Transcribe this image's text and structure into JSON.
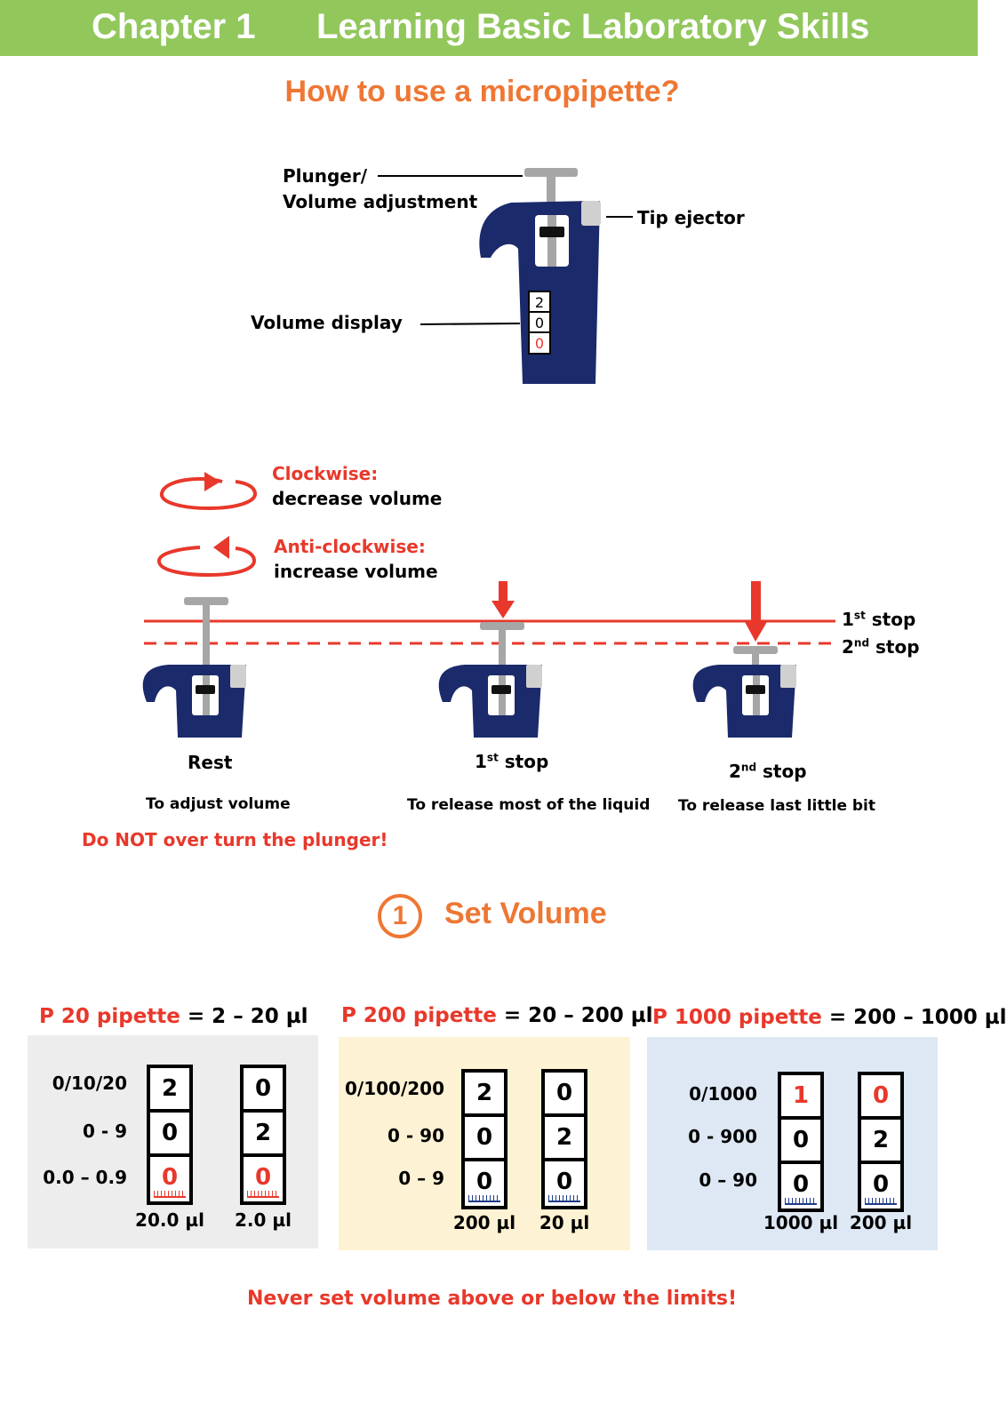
{
  "header": {
    "chapter": "Chapter 1",
    "title": "Learning Basic Laboratory Skills",
    "bg_color": "#92c75c"
  },
  "main_title": "How to use a micropipette?",
  "anatomy": {
    "plunger_label_1": "Plunger/",
    "plunger_label_2": "Volume adjustment",
    "tip_ejector_label": "Tip ejector",
    "volume_display_label": "Volume display",
    "display_digits": [
      "2",
      "0",
      "0"
    ]
  },
  "rotation": {
    "clockwise_title": "Clockwise:",
    "clockwise_desc": "decrease volume",
    "anticlockwise_title": "Anti-clockwise:",
    "anticlockwise_desc": "increase volume"
  },
  "stops": {
    "first_stop_line": "1st stop",
    "second_stop_line": "2nd stop",
    "rest_label": "Rest",
    "rest_desc": "To adjust volume",
    "first_label": "1st stop",
    "first_desc": "To release most of the liquid",
    "second_label": "2nd stop",
    "second_desc": "To release last little bit",
    "warning": "Do NOT over turn the plunger!"
  },
  "set_volume": {
    "number": "1",
    "title": "Set Volume"
  },
  "pipettes": [
    {
      "name": "P 20 pipette",
      "range": "= 2 – 20 µl",
      "row_labels": [
        "0/10/20",
        "0 - 9",
        "0.0 – 0.9"
      ],
      "counters": [
        {
          "digits": [
            "2",
            "0",
            "0"
          ],
          "red": [
            false,
            false,
            true
          ],
          "volume": "20.0 µl"
        },
        {
          "digits": [
            "0",
            "2",
            "0"
          ],
          "red": [
            false,
            false,
            true
          ],
          "volume": "2.0 µl"
        }
      ],
      "bg_color": "#ededed",
      "tick_color": "#e8382b"
    },
    {
      "name": "P 200 pipette",
      "range": "= 20 – 200 µl",
      "row_labels": [
        "0/100/200",
        "0 - 90",
        "0 – 9"
      ],
      "counters": [
        {
          "digits": [
            "2",
            "0",
            "0"
          ],
          "red": [
            false,
            false,
            false
          ],
          "volume": "200 µl"
        },
        {
          "digits": [
            "0",
            "2",
            "0"
          ],
          "red": [
            false,
            false,
            false
          ],
          "volume": "20 µl"
        }
      ],
      "bg_color": "#fdf2d3",
      "tick_color": "#1f3c88"
    },
    {
      "name": "P 1000 pipette",
      "range": "= 200 – 1000 µl",
      "row_labels": [
        "0/1000",
        "0 - 900",
        "0 – 90"
      ],
      "counters": [
        {
          "digits": [
            "1",
            "0",
            "0"
          ],
          "red": [
            true,
            false,
            false
          ],
          "volume": "1000 µl"
        },
        {
          "digits": [
            "0",
            "2",
            "0"
          ],
          "red": [
            true,
            false,
            false
          ],
          "volume": "200 µl"
        }
      ],
      "bg_color": "#dde8f4",
      "tick_color": "#1f3c88"
    }
  ],
  "final_warning": "Never set volume above or below the limits!",
  "colors": {
    "orange": "#ee7734",
    "red": "#e8382b",
    "pipette_blue": "#1b2a6b",
    "plunger_gray": "#a6a6a6"
  }
}
